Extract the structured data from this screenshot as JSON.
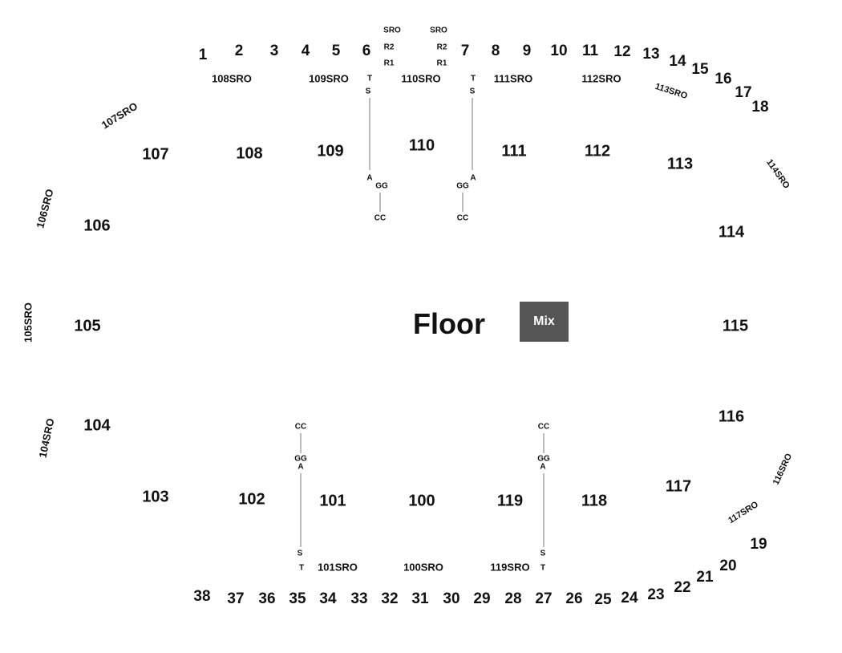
{
  "floor_label": "Floor",
  "mix_label": "Mix",
  "rows_top": [
    "1",
    "2",
    "3",
    "4",
    "5",
    "6",
    "7",
    "8",
    "9",
    "10",
    "11",
    "12",
    "13",
    "14",
    "15",
    "16",
    "17",
    "18"
  ],
  "rows_right": [
    "19",
    "20",
    "21",
    "22",
    "23"
  ],
  "rows_bottom": [
    "24",
    "25",
    "26",
    "27",
    "28",
    "29",
    "30",
    "31",
    "32",
    "33",
    "34",
    "35",
    "36",
    "37",
    "38"
  ],
  "sections": [
    "100",
    "101",
    "102",
    "103",
    "104",
    "105",
    "106",
    "107",
    "108",
    "109",
    "110",
    "111",
    "112",
    "113",
    "114",
    "115",
    "116",
    "117",
    "118",
    "119"
  ],
  "sro_labels": [
    "100SRO",
    "101SRO",
    "104SRO",
    "105SRO",
    "106SRO",
    "107SRO",
    "108SRO",
    "109SRO",
    "110SRO",
    "111SRO",
    "112SRO",
    "113SRO",
    "114SRO",
    "116SRO",
    "117SRO",
    "119SRO"
  ],
  "small_labels": {
    "sro": "SRO",
    "r2": "R2",
    "r1": "R1",
    "t": "T",
    "s": "S",
    "a": "A",
    "gg": "GG",
    "cc": "CC"
  }
}
